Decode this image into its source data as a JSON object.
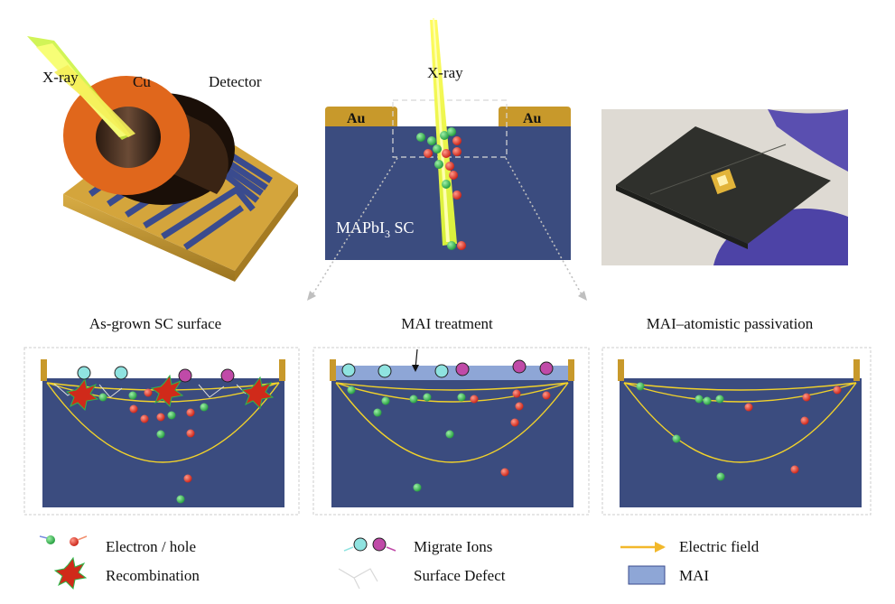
{
  "top": {
    "left_xray": "X-ray",
    "left_cu": "Cu",
    "left_detector": "Detector",
    "center_xray": "X-ray",
    "center_au_left": "Au",
    "center_au_right": "Au",
    "center_material": "MAPbI",
    "center_material_sub": "3",
    "center_material_suffix": " SC"
  },
  "panels": [
    {
      "title": "As-grown SC surface"
    },
    {
      "title": "MAI treatment"
    },
    {
      "title": "MAI–atomistic passivation"
    }
  ],
  "legend": {
    "electron_hole": "Electron / hole",
    "recombination": "Recombination",
    "migrate_ions": "Migrate Ions",
    "surface_defect": "Surface Defect",
    "electric_field": "Electric field",
    "mai": "MAI"
  },
  "colors": {
    "crystal": "#3b4c7f",
    "gold": "#c8992b",
    "electron": "#2fb84a",
    "hole": "#e03024",
    "ion_cyan": "#8fe3e0",
    "ion_magenta": "#c04aa8",
    "field": "#f2d22a",
    "mai": "#8ea6d6",
    "copper": "#e06b1f"
  }
}
